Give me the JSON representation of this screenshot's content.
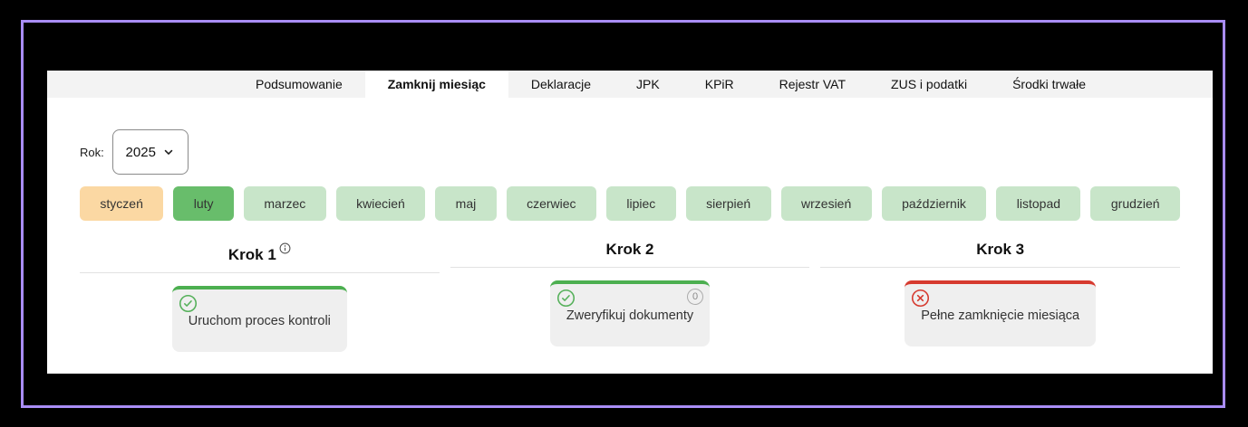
{
  "tabs": {
    "active": "Zamknij miesiąc",
    "items": [
      {
        "label": "Podsumowanie"
      },
      {
        "label": "Zamknij miesiąc"
      },
      {
        "label": "Deklaracje"
      },
      {
        "label": "JPK"
      },
      {
        "label": "KPiR"
      },
      {
        "label": "Rejestr VAT"
      },
      {
        "label": "ZUS i podatki"
      },
      {
        "label": "Środki trwałe"
      }
    ]
  },
  "year_selector": {
    "label": "Rok:",
    "value": "2025",
    "icon": "chevron-down-icon"
  },
  "months": {
    "items": [
      {
        "label": "styczeń",
        "state": "highlighted-orange"
      },
      {
        "label": "luty",
        "state": "selected-green"
      },
      {
        "label": "marzec",
        "state": "default"
      },
      {
        "label": "kwiecień",
        "state": "default"
      },
      {
        "label": "maj",
        "state": "default"
      },
      {
        "label": "czerwiec",
        "state": "default"
      },
      {
        "label": "lipiec",
        "state": "default"
      },
      {
        "label": "sierpień",
        "state": "default"
      },
      {
        "label": "wrzesień",
        "state": "default"
      },
      {
        "label": "październik",
        "state": "default"
      },
      {
        "label": "listopad",
        "state": "default"
      },
      {
        "label": "grudzień",
        "state": "default"
      }
    ]
  },
  "steps": [
    {
      "title": "Krok 1",
      "info_icon": "info-circle-icon",
      "card": {
        "label": "Uruchom proces kontroli",
        "status": "success",
        "status_icon": "check-circle-icon"
      }
    },
    {
      "title": "Krok 2",
      "card": {
        "label": "Zweryfikuj dokumenty",
        "status": "success",
        "status_icon": "check-circle-icon",
        "badge_count": "0"
      }
    },
    {
      "title": "Krok 3",
      "card": {
        "label": "Pełne zamknięcie miesiąca",
        "status": "error",
        "status_icon": "x-circle-icon"
      }
    }
  ],
  "colors": {
    "frame_border": "#a98df6",
    "tabbar_bg": "#f3f3f3",
    "month_highlight_orange": "#fbd8a3",
    "month_selected_green": "#68bd6b",
    "month_default_green": "#c8e5c9",
    "success_green": "#4caf50",
    "error_red": "#d63a2f",
    "card_bg": "#efefef"
  }
}
